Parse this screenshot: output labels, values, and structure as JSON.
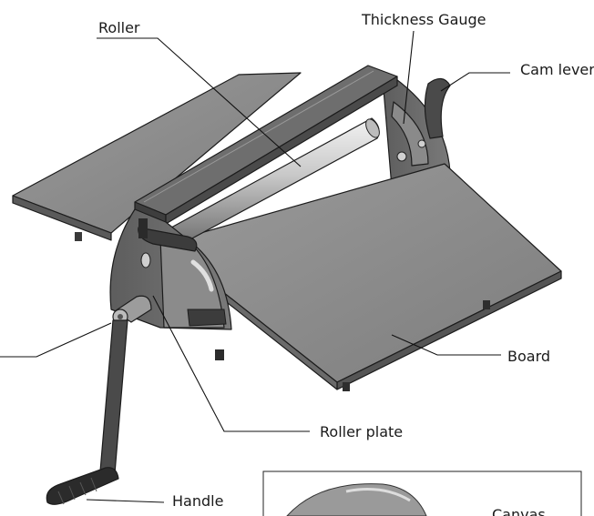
{
  "labels": {
    "roller": "Roller",
    "thickness_gauge": "Thickness Gauge",
    "cam_lever": "Cam lever",
    "board": "Board",
    "roller_plate": "Roller plate",
    "handle": "Handle",
    "canvas": "Canvas"
  },
  "colors": {
    "board_top": "#8e8e8e",
    "board_edge": "#5a5a5a",
    "frame_dark": "#3a3a3a",
    "frame_mid": "#6b6b6b",
    "roller_light": "#d4d4d4",
    "handle_grip": "#2b2b2b"
  }
}
